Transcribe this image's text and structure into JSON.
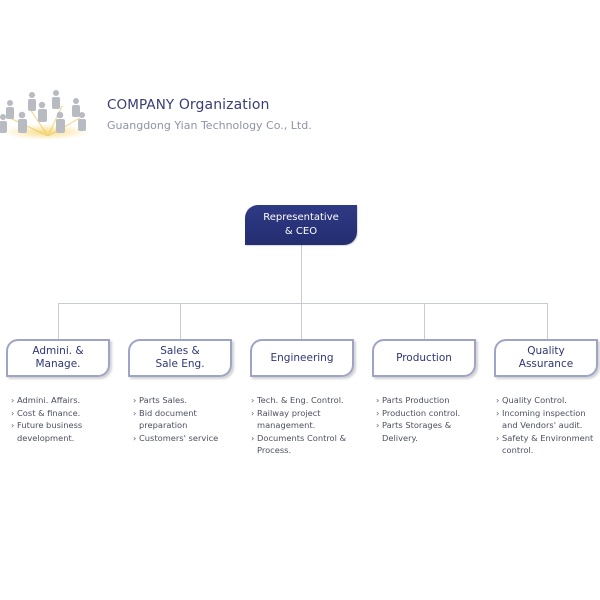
{
  "header": {
    "title_prefix": "COMPANY",
    "title_suffix": " Organization",
    "subtitle": "Guangdong Yian Technology Co., Ltd.",
    "logo_icon": "people-network-icon"
  },
  "ceo": {
    "lines": [
      "Representative",
      "& CEO"
    ]
  },
  "departments": [
    {
      "name_lines": [
        "Admini. &",
        "Manage."
      ],
      "duties": [
        "Admini. Affairs.",
        "Cost & finance.",
        "Future business development."
      ]
    },
    {
      "name_lines": [
        "Sales &",
        "Sale Eng."
      ],
      "duties": [
        "Parts Sales.",
        "Bid document preparation",
        "Customers' service"
      ]
    },
    {
      "name_lines": [
        "Engineering"
      ],
      "duties": [
        "Tech. & Eng. Control.",
        "Railway project management.",
        "Documents Control & Process."
      ]
    },
    {
      "name_lines": [
        "Production"
      ],
      "duties": [
        "Parts Production",
        "Production control.",
        "Parts Storages & Delivery."
      ]
    },
    {
      "name_lines": [
        "Quality",
        "Assurance"
      ],
      "duties": [
        "Quality Control.",
        "Incoming inspection and Vendors' audit.",
        "Safety & Environment control."
      ]
    }
  ],
  "colors": {
    "ceo_fill": "#2a3478",
    "dept_border": "#9ea4c6",
    "text_dark": "#2e3775",
    "connector": "#c8cad6"
  }
}
